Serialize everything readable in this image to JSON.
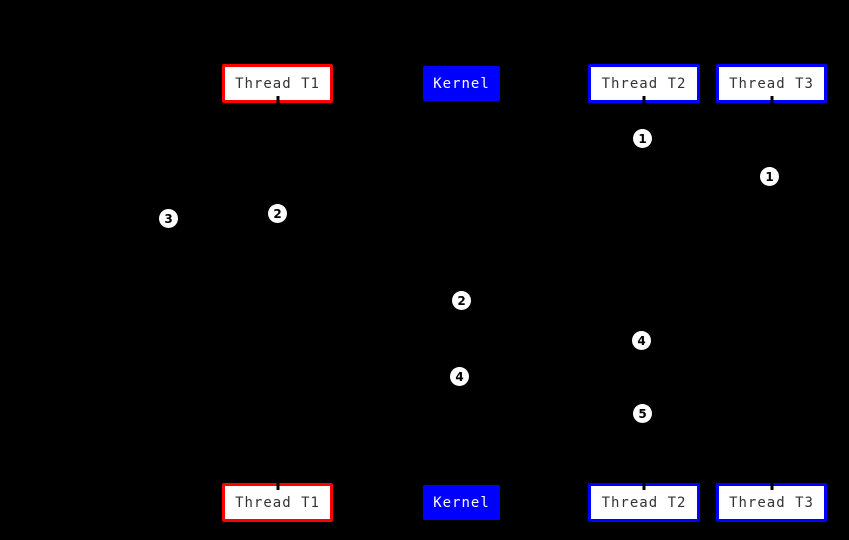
{
  "colors": {
    "background": "#000000",
    "red_accent": "#FF0000",
    "blue_accent": "#0000FF",
    "box_fill": "#FFFFFF",
    "box_text": "#333333",
    "kernel_text": "#FFFFFF",
    "marker_fill": "#FFFFFF",
    "marker_text": "#000000"
  },
  "participants": [
    {
      "label": "Thread T1",
      "variant": "red-outline"
    },
    {
      "label": "Kernel",
      "variant": "blue-filled"
    },
    {
      "label": "Thread T2",
      "variant": "blue-outline"
    },
    {
      "label": "Thread T3",
      "variant": "blue-outline"
    }
  ],
  "markers": [
    {
      "number": "1"
    },
    {
      "number": "1"
    },
    {
      "number": "3"
    },
    {
      "number": "2"
    },
    {
      "number": "2"
    },
    {
      "number": "4"
    },
    {
      "number": "4"
    },
    {
      "number": "5"
    }
  ]
}
